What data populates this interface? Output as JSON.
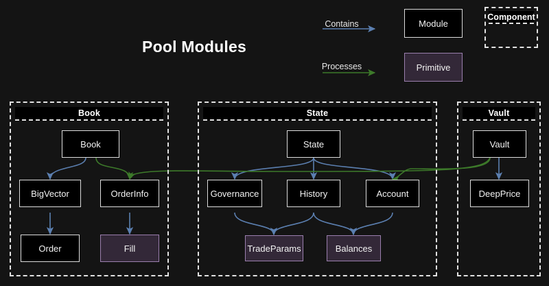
{
  "title": "Pool Modules",
  "colors": {
    "background": "#141414",
    "module_fill": "#000000",
    "module_border": "#dcdcdc",
    "primitive_fill": "#332838",
    "primitive_border": "#9b7fae",
    "contains_edge": "#5b7fb0",
    "processes_edge": "#3d7a2a",
    "cluster_border": "#e2e2e2",
    "text": "#f2f2f2"
  },
  "legend": {
    "contains_label": "Contains",
    "processes_label": "Processes",
    "module_label": "Module",
    "primitive_label": "Primitive",
    "component_label": "Component"
  },
  "clusters": [
    {
      "id": "book",
      "label": "Book"
    },
    {
      "id": "state",
      "label": "State"
    },
    {
      "id": "vault",
      "label": "Vault"
    }
  ],
  "nodes": [
    {
      "id": "book",
      "label": "Book",
      "type": "module",
      "cluster": "book"
    },
    {
      "id": "bigvector",
      "label": "BigVector",
      "type": "module",
      "cluster": "book"
    },
    {
      "id": "orderinfo",
      "label": "OrderInfo",
      "type": "module",
      "cluster": "book"
    },
    {
      "id": "order",
      "label": "Order",
      "type": "module",
      "cluster": "book"
    },
    {
      "id": "fill",
      "label": "Fill",
      "type": "primitive",
      "cluster": "book"
    },
    {
      "id": "state",
      "label": "State",
      "type": "module",
      "cluster": "state"
    },
    {
      "id": "governance",
      "label": "Governance",
      "type": "module",
      "cluster": "state"
    },
    {
      "id": "history",
      "label": "History",
      "type": "module",
      "cluster": "state"
    },
    {
      "id": "account",
      "label": "Account",
      "type": "module",
      "cluster": "state"
    },
    {
      "id": "tradeparams",
      "label": "TradeParams",
      "type": "primitive",
      "cluster": "state"
    },
    {
      "id": "balances",
      "label": "Balances",
      "type": "primitive",
      "cluster": "state"
    },
    {
      "id": "vault",
      "label": "Vault",
      "type": "module",
      "cluster": "vault"
    },
    {
      "id": "deepprice",
      "label": "DeepPrice",
      "type": "module",
      "cluster": "vault"
    }
  ],
  "edges": [
    {
      "from": "book",
      "to": "bigvector",
      "kind": "contains"
    },
    {
      "from": "bigvector",
      "to": "order",
      "kind": "contains"
    },
    {
      "from": "orderinfo",
      "to": "fill",
      "kind": "contains"
    },
    {
      "from": "book",
      "to": "orderinfo",
      "kind": "processes"
    },
    {
      "from": "state",
      "to": "governance",
      "kind": "contains"
    },
    {
      "from": "state",
      "to": "history",
      "kind": "contains"
    },
    {
      "from": "state",
      "to": "account",
      "kind": "contains"
    },
    {
      "from": "governance",
      "to": "tradeparams",
      "kind": "contains"
    },
    {
      "from": "history",
      "to": "tradeparams",
      "kind": "contains"
    },
    {
      "from": "history",
      "to": "balances",
      "kind": "contains"
    },
    {
      "from": "account",
      "to": "balances",
      "kind": "contains"
    },
    {
      "from": "vault",
      "to": "deepprice",
      "kind": "contains"
    },
    {
      "from": "vault",
      "to": "account",
      "kind": "processes"
    },
    {
      "from": "vault",
      "to": "orderinfo",
      "kind": "processes"
    }
  ]
}
